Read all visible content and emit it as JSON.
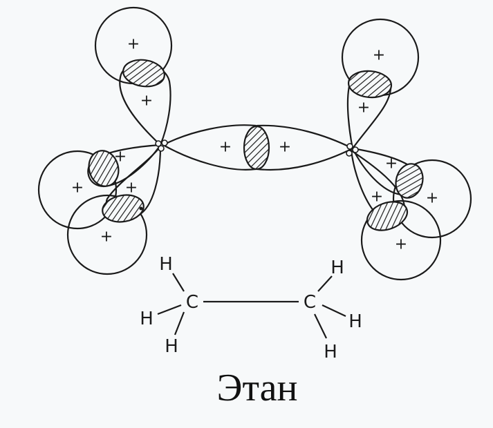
{
  "signs": {
    "plus": "+"
  },
  "formula": {
    "carbon": "C",
    "hydrogen": "H"
  },
  "caption": "Этан",
  "colors": {
    "ink": "#1a1a1a",
    "paper": "#f7f9fa"
  }
}
